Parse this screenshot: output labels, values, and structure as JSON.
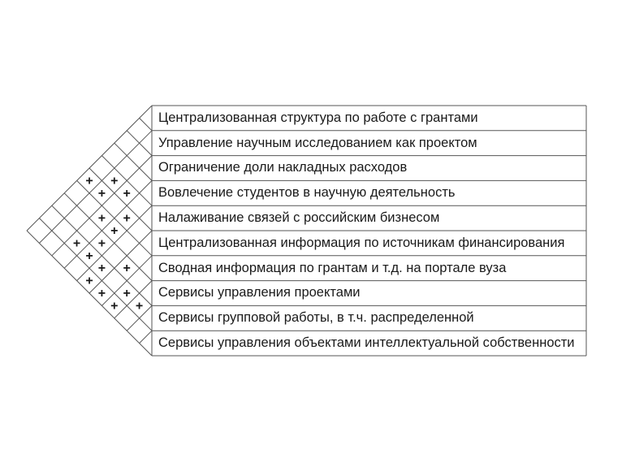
{
  "rows": [
    "Централизованная структура по работе с грантами",
    "Управление научным исследованием как проектом",
    "Ограничение доли накладных расходов",
    "Вовлечение студентов в научную деятельность",
    "Налаживание связей с российским бизнесом",
    "Централизованная информация по источникам финансирования",
    "Сводная информация по грантам и т.д. на портале вуза",
    "Сервисы управления проектами",
    "Сервисы групповой работы, в т.ч. распределенной",
    "Сервисы управления объектами интеллектуальной собственности"
  ],
  "relations": [
    {
      "a": 3,
      "b": 5,
      "mark": "+"
    },
    {
      "a": 3,
      "b": 6,
      "mark": "+"
    },
    {
      "a": 2,
      "b": 4,
      "mark": "+"
    },
    {
      "a": 2,
      "b": 6,
      "mark": "+"
    },
    {
      "a": 3,
      "b": 7,
      "mark": "+"
    },
    {
      "a": 1,
      "b": 4,
      "mark": "+"
    },
    {
      "a": 3,
      "b": 8,
      "mark": "+"
    },
    {
      "a": 1,
      "b": 5,
      "mark": "+"
    },
    {
      "a": 2,
      "b": 8,
      "mark": "+"
    },
    {
      "a": 4,
      "b": 8,
      "mark": "+"
    },
    {
      "a": 4,
      "b": 9,
      "mark": "+"
    },
    {
      "a": 0,
      "b": 5,
      "mark": "+"
    },
    {
      "a": 5,
      "b": 7,
      "mark": "+"
    },
    {
      "a": 5,
      "b": 9,
      "mark": "+"
    },
    {
      "a": 6,
      "b": 8,
      "mark": "+"
    },
    {
      "a": 6,
      "b": 9,
      "mark": "+"
    },
    {
      "a": 7,
      "b": 8,
      "mark": "+"
    }
  ]
}
